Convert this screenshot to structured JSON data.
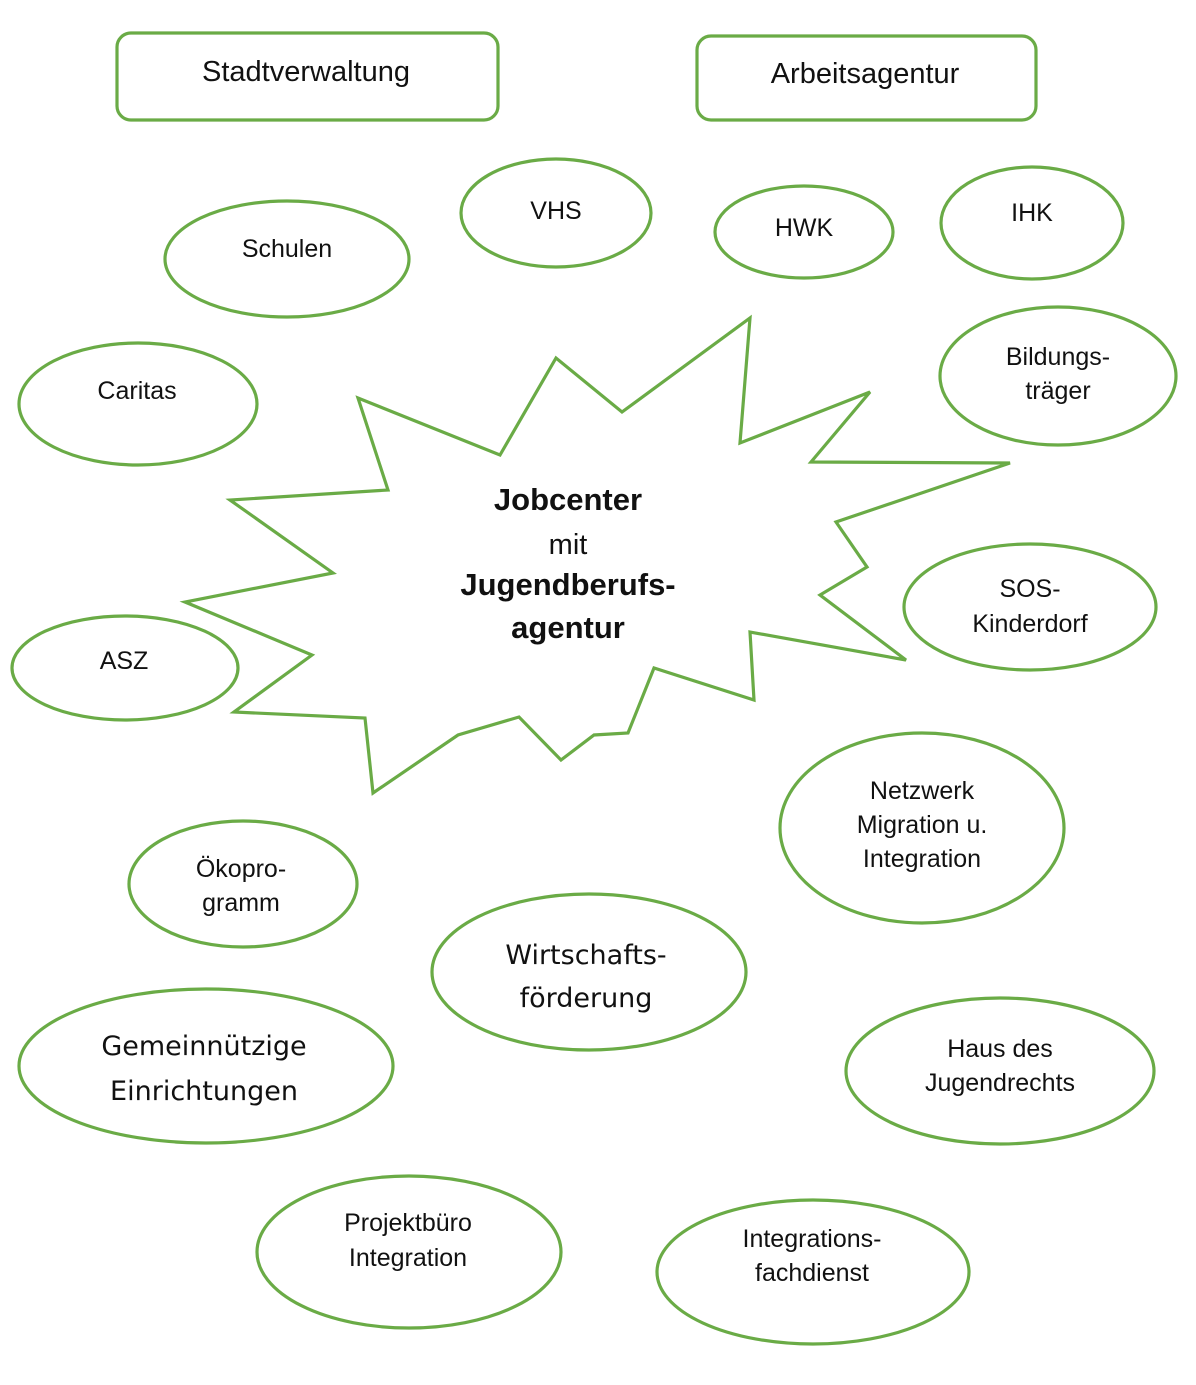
{
  "center": {
    "line1": "Jobcenter",
    "line2": "mit",
    "line3": "Jugendberufs-",
    "line4": "agentur"
  },
  "boxes": {
    "stadtverwaltung": "Stadtverwaltung",
    "arbeitsagentur": "Arbeitsagentur"
  },
  "nodes": {
    "vhs": "VHS",
    "schulen": "Schulen",
    "hwk": "HWK",
    "ihk": "IHK",
    "caritas": "Caritas",
    "bildungstraeger": [
      "Bildungs-",
      "träger"
    ],
    "sos_kinderdorf": [
      "SOS-",
      "Kinderdorf"
    ],
    "asz": "ASZ",
    "netzwerk": [
      "Netzwerk",
      "Migration u.",
      "Integration"
    ],
    "oekoprogramm": [
      "Ökopro-",
      "gramm"
    ],
    "wirtschaftsfoerderung": [
      "Wirtschafts-",
      "förderung"
    ],
    "gemeinnuetzige": [
      "Gemeinnützige",
      "Einrichtungen"
    ],
    "haus_des_jugendrechts": [
      "Haus des",
      "Jugendrechts"
    ],
    "projektbuero": [
      "Projektbüro",
      "Integration"
    ],
    "integrationsfachdienst": [
      "Integrations-",
      "fachdienst"
    ]
  },
  "colors": {
    "stroke": "#6aab46"
  }
}
